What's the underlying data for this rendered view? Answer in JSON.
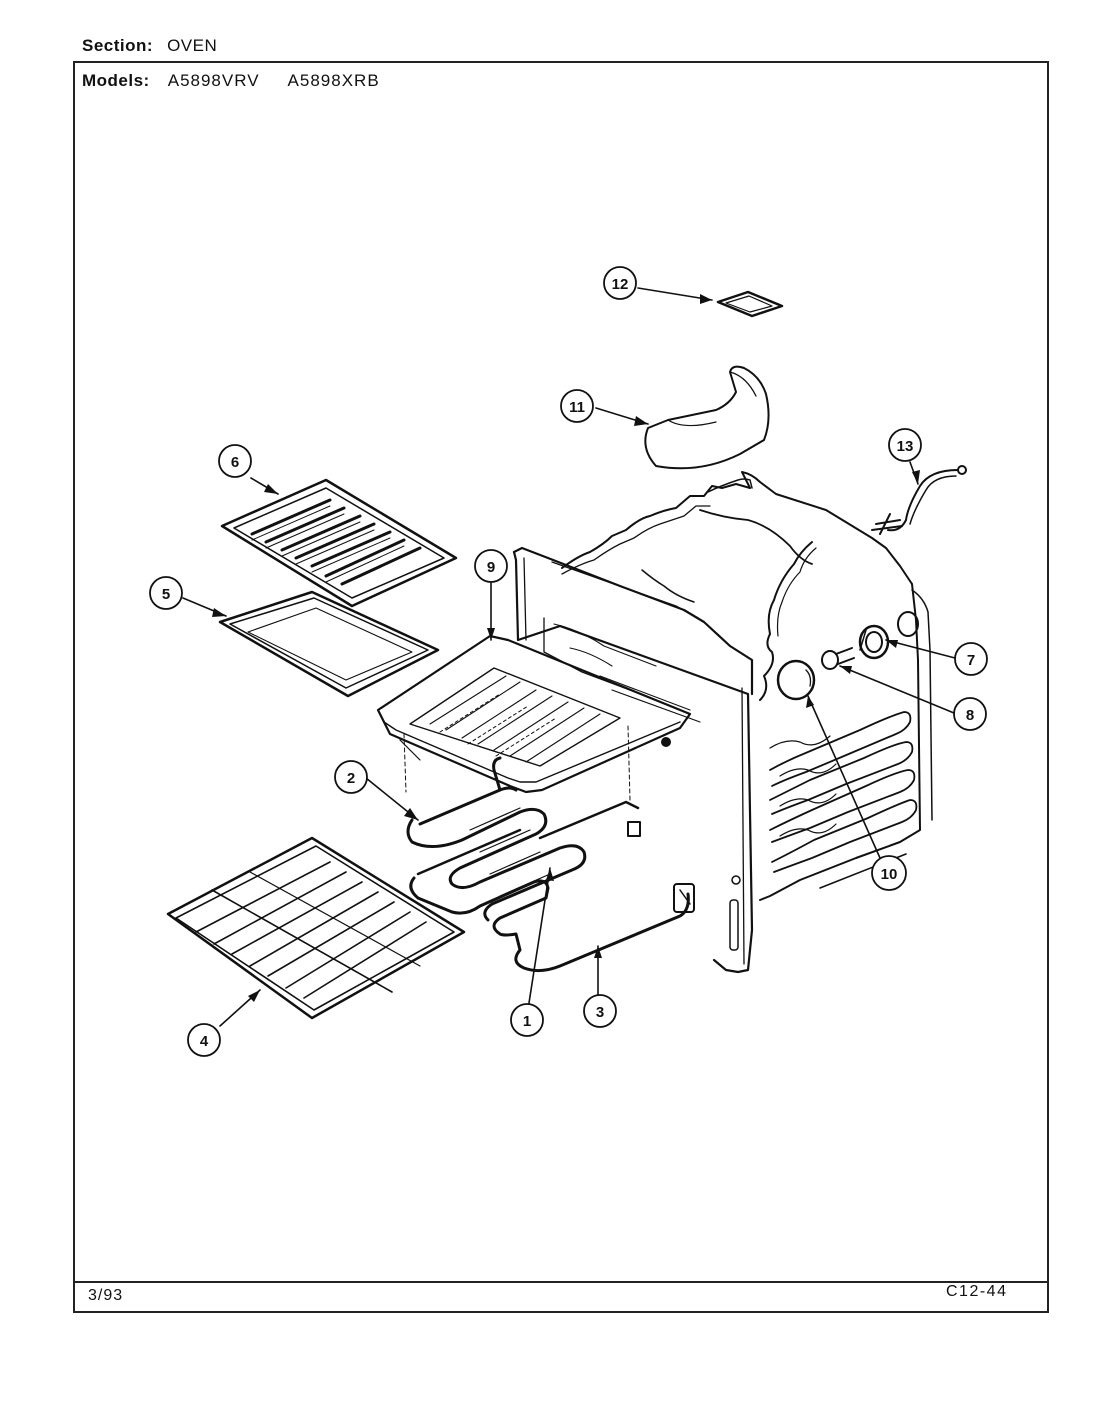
{
  "header": {
    "section_label": "Section:",
    "section_value": "OVEN",
    "models_label": "Models:",
    "models": [
      "A5898VRV",
      "A5898XRB"
    ]
  },
  "footer": {
    "date": "3/93",
    "code": "C12-44"
  },
  "callouts": [
    {
      "id": "callout-1",
      "label": "1"
    },
    {
      "id": "callout-2",
      "label": "2"
    },
    {
      "id": "callout-3",
      "label": "3"
    },
    {
      "id": "callout-4",
      "label": "4"
    },
    {
      "id": "callout-5",
      "label": "5"
    },
    {
      "id": "callout-6",
      "label": "6"
    },
    {
      "id": "callout-7",
      "label": "7"
    },
    {
      "id": "callout-8",
      "label": "8"
    },
    {
      "id": "callout-9",
      "label": "9"
    },
    {
      "id": "callout-10",
      "label": "10"
    },
    {
      "id": "callout-11",
      "label": "11"
    },
    {
      "id": "callout-12",
      "label": "12"
    },
    {
      "id": "callout-13",
      "label": "13"
    }
  ]
}
